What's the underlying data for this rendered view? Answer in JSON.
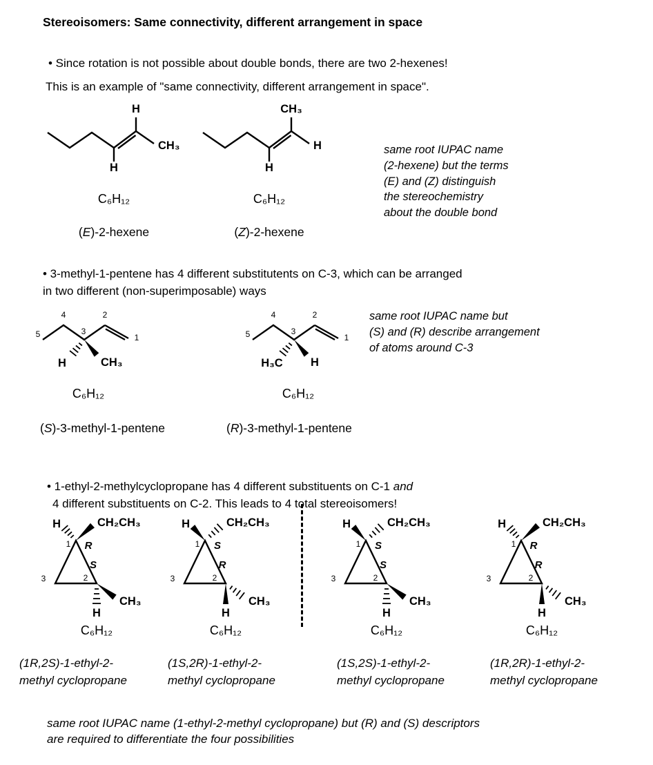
{
  "title": "Stereoisomers: Same connectivity, different arrangement in space",
  "colors": {
    "stereo_label": "#e81212",
    "ink": "#000000"
  },
  "section1": {
    "bullet": "• Since rotation is not possible about double bonds, there are two 2-hexenes!",
    "subtext": "This is an example of \"same connectivity, different arrangement in space\".",
    "note": "same root IUPAC name\n(2-hexene) but the terms\n(E) and (Z) distinguish\nthe stereochemistry\nabout the double bond",
    "molecules": [
      {
        "top_label": "H",
        "right_label": "CH₃",
        "bottom_label": "H",
        "formula": "C₆H₁₂",
        "name_pre": "(",
        "name_it": "E",
        "name_post": ")-2-hexene"
      },
      {
        "top_label": "CH₃",
        "right_label": "H",
        "bottom_label": "H",
        "formula": "C₆H₁₂",
        "name_pre": "(",
        "name_it": "Z",
        "name_post": ")-2-hexene"
      }
    ]
  },
  "section2": {
    "bullet": "• 3-methyl-1-pentene has 4 different substitutents on C-3, which can be arranged\nin two different (non-superimposable) ways",
    "note": "same root IUPAC name but\n(S) and (R) describe arrangement\nof atoms around C-3",
    "molecules": [
      {
        "numbers": [
          "5",
          "4",
          "3",
          "2",
          "1"
        ],
        "dash_label": "H",
        "wedge_label": "CH₃",
        "formula": "C₆H₁₂",
        "name_pre": "(",
        "name_it": "S",
        "name_post": ")-3-methyl-1-pentene"
      },
      {
        "numbers": [
          "5",
          "4",
          "3",
          "2",
          "1"
        ],
        "dash_label": "H₃C",
        "wedge_label": "H",
        "formula": "C₆H₁₂",
        "name_pre": "(",
        "name_it": "R",
        "name_post": ")-3-methyl-1-pentene"
      }
    ]
  },
  "section3": {
    "bullet_pre": "• 1-ethyl-2-methylcyclopropane has 4 different substituents on C-1 ",
    "bullet_it": "and",
    "bullet_line2": "4 different substituents on C-2. This leads to 4 total stereoisomers!",
    "note": "same root IUPAC name (1-ethyl-2-methyl cyclopropane) but (R) and (S) descriptors\nare required to differentiate the four possibilities",
    "molecules": [
      {
        "h_top": "H",
        "ethyl": "CH₂CH₃",
        "methyl": "CH₃",
        "h_bottom": "H",
        "c1": "R",
        "c2": "S",
        "numbers": [
          "1",
          "2",
          "3"
        ],
        "formula": "C₆H₁₂",
        "name_it": "(1R,2S)",
        "name_post": "-1-ethyl-2-",
        "name_line2": "methyl cyclopropane"
      },
      {
        "h_top": "H",
        "ethyl": "CH₂CH₃",
        "methyl": "CH₃",
        "h_bottom": "H",
        "c1": "S",
        "c2": "R",
        "numbers": [
          "1",
          "2",
          "3"
        ],
        "formula": "C₆H₁₂",
        "name_it": "(1S,2R)",
        "name_post": "-1-ethyl-2-",
        "name_line2": "methyl cyclopropane"
      },
      {
        "h_top": "H",
        "ethyl": "CH₂CH₃",
        "methyl": "CH₃",
        "h_bottom": "H",
        "c1": "S",
        "c2": "S",
        "numbers": [
          "1",
          "2",
          "3"
        ],
        "formula": "C₆H₁₂",
        "name_it": "(1S,2S)",
        "name_post": "-1-ethyl-2-",
        "name_line2": "methyl cyclopropane"
      },
      {
        "h_top": "H",
        "ethyl": "CH₂CH₃",
        "methyl": "CH₃",
        "h_bottom": "H",
        "c1": "R",
        "c2": "R",
        "numbers": [
          "1",
          "2",
          "3"
        ],
        "formula": "C₆H₁₂",
        "name_it": "(1R,2R)",
        "name_post": "-1-ethyl-2-",
        "name_line2": "methyl cyclopropane"
      }
    ]
  }
}
